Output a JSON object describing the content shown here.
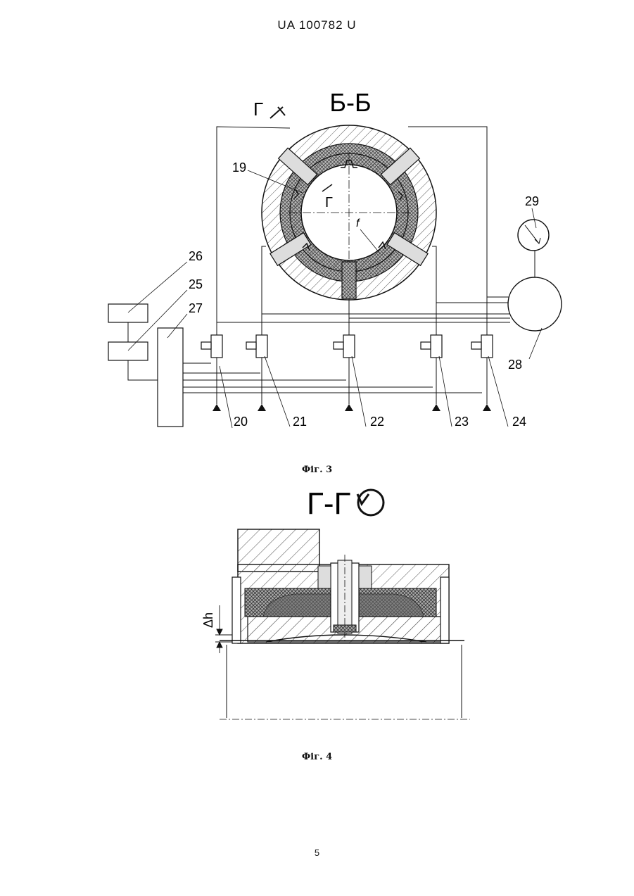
{
  "header": {
    "doc_number": "UA   100782   U"
  },
  "figure3": {
    "section_title": "Б-Б",
    "section_mark": "Г",
    "section_mark_inner": "Г",
    "deflection_label": "f",
    "caption": "Фіг. 3",
    "callouts": {
      "c19": "19",
      "c20": "20",
      "c21": "21",
      "c22": "22",
      "c23": "23",
      "c24": "24",
      "c25": "25",
      "c26": "26",
      "c27": "27",
      "c28": "28",
      "c29": "29"
    }
  },
  "figure4": {
    "section_title": "Г-Г",
    "gap_label": "Δh",
    "caption": "Фіг. 4"
  },
  "footer": {
    "page_number": "5"
  }
}
